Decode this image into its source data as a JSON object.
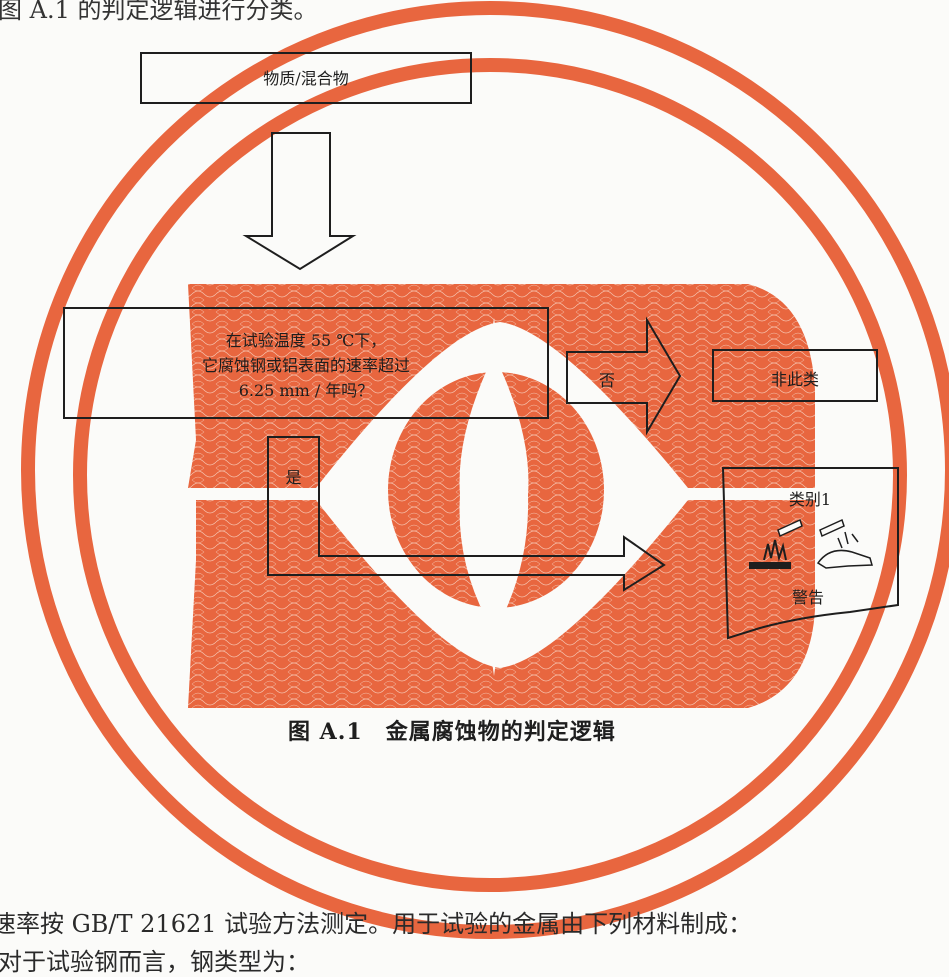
{
  "page": {
    "top_text": "图 A.1 的判定逻辑进行分类。",
    "bottom_line1": "速率按 GB/T 21621 试验方法测定。用于试验的金属由下列材料制成：",
    "bottom_line2": "对于试验钢而言，钢类型为："
  },
  "flowchart": {
    "start": "物质/混合物",
    "question_line1": "在试验温度 55 ℃下，",
    "question_line2": "它腐蚀钢或铝表面的速率超过",
    "question_line3": "6.25 mm / 年吗？",
    "no_label": "否",
    "no_result": "非此类",
    "yes_label": "是",
    "category": "类别1",
    "signal_word": "警告"
  },
  "caption": "图 A.1　金属腐蚀物的判定逻辑",
  "colors": {
    "stamp": "#e8663f",
    "line": "#1e1e1e",
    "paper": "#fbfbf9"
  }
}
